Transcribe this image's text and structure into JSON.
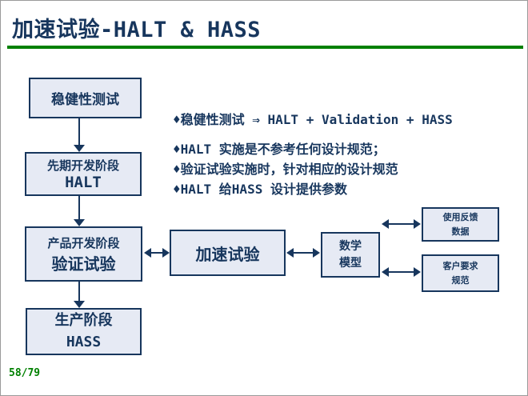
{
  "title": "加速试验-HALT & HASS",
  "page_number": "58/79",
  "bullets": [
    "♦稳健性测试 ⇒ HALT + Validation + HASS",
    "♦HALT 实施是不参考任何设计规范；",
    "♦验证试验实施时，针对相应的设计规范",
    "♦HALT 给HASS 设计提供参数"
  ],
  "flowchart": {
    "left_column": [
      {
        "lines": [
          "稳健性测试"
        ]
      },
      {
        "lines": [
          "先期开发阶段",
          "HALT"
        ]
      },
      {
        "lines": [
          "产品开发阶段",
          "验证试验"
        ]
      },
      {
        "lines": [
          "生产阶段",
          "HASS"
        ]
      }
    ],
    "accelerated_test_box": "加速试验",
    "math_model_box": {
      "lines": [
        "数学",
        "模型"
      ]
    },
    "feedback_box": {
      "lines": [
        "使用反馈",
        "数据"
      ]
    },
    "customer_box": {
      "lines": [
        "客户要求",
        "规范"
      ]
    }
  },
  "colors": {
    "title_text": "#17365D",
    "accent_green": "#008000",
    "box_fill": "#E6EAF4",
    "box_border": "#17365D",
    "arrow": "#17365D"
  }
}
